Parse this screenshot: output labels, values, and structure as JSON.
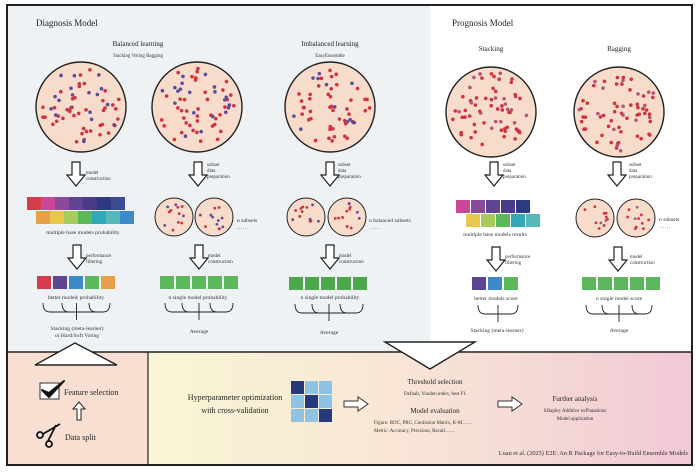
{
  "diagnosis": {
    "title": "Diagnosis Model",
    "balanced": {
      "title": "Balanced learning",
      "subtitle": "Stacking Voting Bagging",
      "stacking_branch": {
        "step1": [
          "model",
          "construction"
        ],
        "bars_label": "multiple base models probability",
        "step2": [
          "performance",
          "filtering"
        ],
        "result_label": "better models probability",
        "combine": [
          "Stacking (meta-learner)",
          "or Hard/Soft Voting"
        ]
      },
      "bagging_branch": {
        "step1": [
          "subset",
          "data",
          "preparation"
        ],
        "subsets_label": "n subsets",
        "dots": "……",
        "step2": [
          "model",
          "construction"
        ],
        "result_label": "n single model probability",
        "combine": "Average"
      }
    },
    "imbalanced": {
      "title": "Imbalanced learning",
      "subtitle": "EasyEnsemble",
      "step1": [
        "subset",
        "data",
        "preparation"
      ],
      "subsets_label": "n balanced subsets",
      "dots": "……",
      "step2": [
        "model",
        "construction"
      ],
      "result_label": "n single model probability",
      "combine": "Average"
    }
  },
  "prognosis": {
    "title": "Prognosis Model",
    "stacking": {
      "title": "Stacking",
      "step1": [
        "subset",
        "data",
        "preparation"
      ],
      "bars_label": "multiple base models results",
      "step2": [
        "performance",
        "filtering"
      ],
      "result_label": "better models score",
      "combine": "Stacking (meta-learner)"
    },
    "bagging": {
      "title": "Bagging",
      "step1": [
        "subset",
        "data",
        "preparation"
      ],
      "subsets_label": "n subsets",
      "dots": "……",
      "step2": [
        "model",
        "construction"
      ],
      "result_label": "n single model score",
      "combine": "Average"
    }
  },
  "preprocessing": {
    "feature_selection": "Feature selection",
    "data_split": "Data split",
    "icons": [
      "checkbox-icon",
      "scissors-icon"
    ]
  },
  "pipeline": {
    "hyperparameter": [
      "Hyperparameter optimization",
      "with cross-validation"
    ],
    "threshold_title": "Threshold selection",
    "threshold_detail": "Default, Youden index, best F1",
    "evaluation_title": "Model evaluation",
    "evaluation_figure": "Figure: ROC, PRC, Confusion Matrix, K-M……",
    "evaluation_metric": "Metric: Accuracy, Precision, Recall……",
    "further_title": "Further analysis",
    "further_items": [
      "SHapley Additive exPlanations",
      "Model application"
    ]
  },
  "citation": "Luan et al. (2025) E2E: An R Package for Easy-to-Build Ensemble Models",
  "colors": {
    "majority_class": "#d0323f",
    "minority_class": "#5a4d9a",
    "circle_fill": "#f8dccb",
    "diagnosis_bg": "#eef2f4",
    "preprocess_bg": "#f8dfd2",
    "single_model": "#5cb85a",
    "base_models_top": [
      "#d63c4b",
      "#c9489a",
      "#8a4a9a",
      "#5e4593",
      "#4a3b8a",
      "#2e3a7f",
      "#3c4a90"
    ],
    "base_models_bottom": [
      "#e8a048",
      "#e8c84a",
      "#a8cc5a",
      "#5cb85a",
      "#2fa8b8",
      "#56b8b8",
      "#3c8ac8"
    ],
    "better_models": [
      "#d63c4b",
      "#5e4593",
      "#3c8ac8",
      "#5cb85a",
      "#e8a048"
    ],
    "prog_top": [
      "#c9489a",
      "#8a4a9a",
      "#5e4593",
      "#4a3b8a",
      "#2e3a7f"
    ],
    "prog_bottom": [
      "#e8c84a",
      "#a8cc5a",
      "#5cb85a",
      "#2fa8b8",
      "#56b8b8"
    ],
    "prog_better": [
      "#5e4593",
      "#3c8ac8",
      "#5cb85a"
    ]
  }
}
